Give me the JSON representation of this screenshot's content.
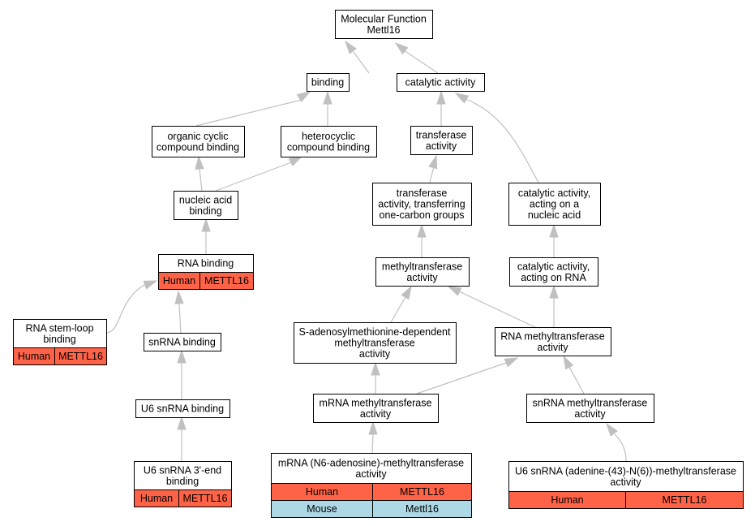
{
  "nodes": {
    "molecular_function": {
      "lines": [
        "Molecular Function",
        "Mettl16"
      ]
    },
    "binding": {
      "lines": [
        "binding"
      ]
    },
    "catalytic_activity": {
      "lines": [
        "catalytic activity"
      ]
    },
    "organic_cyclic": {
      "lines": [
        "organic cyclic",
        "compound binding"
      ]
    },
    "heterocyclic": {
      "lines": [
        "heterocyclic",
        "compound binding"
      ]
    },
    "transferase_activity": {
      "lines": [
        "transferase",
        "activity"
      ]
    },
    "nucleic_acid_binding": {
      "lines": [
        "nucleic acid",
        "binding"
      ]
    },
    "transferase_one_carbon": {
      "lines": [
        "transferase",
        "activity, transferring",
        "one-carbon groups"
      ]
    },
    "catalytic_nucleic_acid": {
      "lines": [
        "catalytic activity,",
        "acting on a",
        "nucleic acid"
      ]
    },
    "rna_binding": {
      "lines": [
        "RNA binding"
      ],
      "rows": [
        {
          "species": "Human",
          "gene": "METTL16"
        }
      ]
    },
    "methyltransferase_activity": {
      "lines": [
        "methyltransferase",
        "activity"
      ]
    },
    "catalytic_rna": {
      "lines": [
        "catalytic activity,",
        "acting on RNA"
      ]
    },
    "rna_stem_loop": {
      "lines": [
        "RNA stem-loop",
        "binding"
      ],
      "rows": [
        {
          "species": "Human",
          "gene": "METTL16"
        }
      ]
    },
    "snrna_binding": {
      "lines": [
        "snRNA binding"
      ]
    },
    "sam_methyltransferase": {
      "lines": [
        "S-adenosylmethionine-dependent",
        "methyltransferase",
        "activity"
      ]
    },
    "rna_methyltransferase": {
      "lines": [
        "RNA methyltransferase",
        "activity"
      ]
    },
    "mrna_methyltransferase": {
      "lines": [
        "mRNA methyltransferase",
        "activity"
      ]
    },
    "snrna_methyltransferase": {
      "lines": [
        "snRNA methyltransferase",
        "activity"
      ]
    },
    "u6_snrna_binding": {
      "lines": [
        "U6 snRNA binding"
      ]
    },
    "u6_3end_binding": {
      "lines": [
        "U6 snRNA 3'-end",
        "binding"
      ],
      "rows": [
        {
          "species": "Human",
          "gene": "METTL16"
        }
      ]
    },
    "mrna_n6_adenosine": {
      "lines": [
        "mRNA (N6-adenosine)-methyltransferase",
        "activity"
      ],
      "rows": [
        {
          "species": "Human",
          "gene": "METTL16"
        },
        {
          "species": "Mouse",
          "gene": "Mettl16"
        }
      ]
    },
    "u6_adenine": {
      "lines": [
        "U6 snRNA (adenine-(43)-N(6))-methyltransferase",
        "activity"
      ],
      "rows": [
        {
          "species": "Human",
          "gene": "METTL16"
        }
      ]
    }
  },
  "colors": {
    "human": "#ff6347",
    "mouse": "#add8e6",
    "edge": "#c0c0c0"
  }
}
